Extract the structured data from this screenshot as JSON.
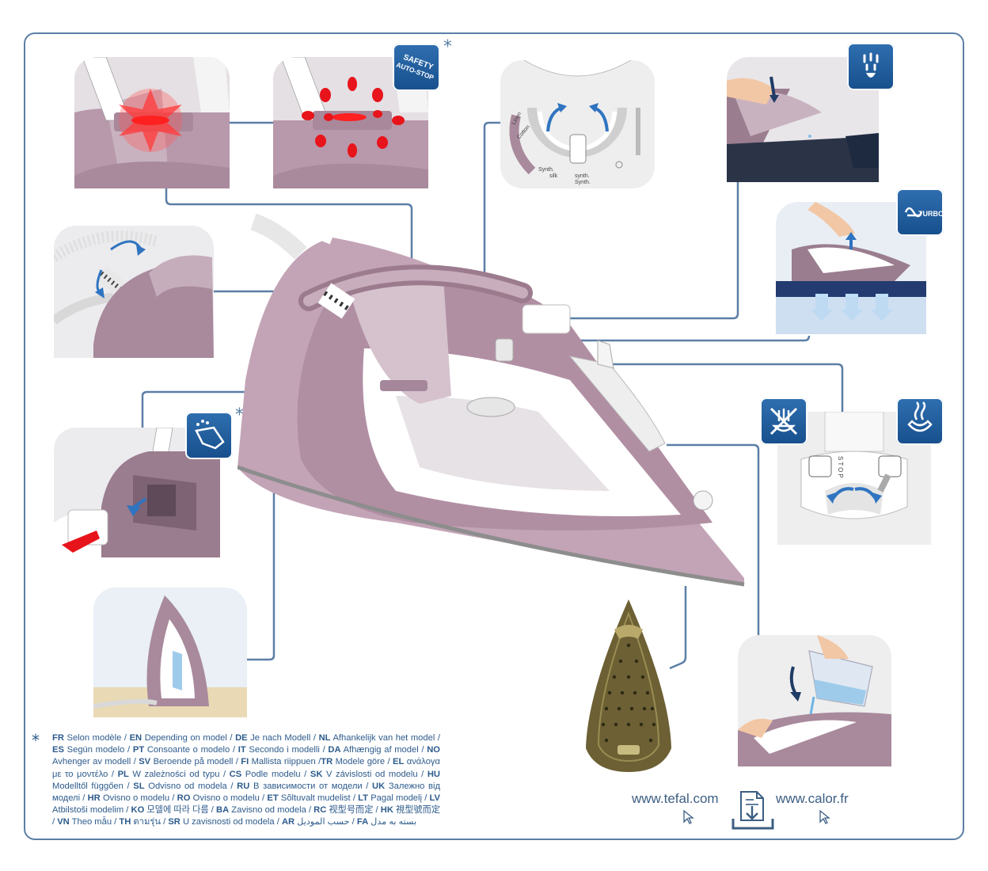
{
  "badges": {
    "safety_line1": "SAFETY",
    "safety_line2": "AUTO-STOP",
    "turbo": "TURBO"
  },
  "dial": {
    "left_label1": "Linen",
    "left_label2": "Cotton",
    "synth_small": "Synth.",
    "silk": "silk",
    "synth_label": "synth.",
    "synth_label2": "Synth."
  },
  "stop_label": "STOP",
  "footnote": {
    "asterisk": "*",
    "segments": [
      {
        "code": "FR",
        "text": "Selon modèle / "
      },
      {
        "code": "EN",
        "text": "Depending on model / "
      },
      {
        "code": "DE",
        "text": "Je nach Modell / "
      },
      {
        "code": "NL",
        "text": "Afhankelijk van het model / "
      },
      {
        "code": "ES",
        "text": "Según modelo / "
      },
      {
        "code": "PT",
        "text": "Consoante o modelo / "
      },
      {
        "code": "IT",
        "text": "Secondo i modelli / "
      },
      {
        "code": "DA",
        "text": "Afhængig af model / "
      },
      {
        "code": "NO",
        "text": "Avhenger av modell / "
      },
      {
        "code": "SV",
        "text": "Beroende på modell / "
      },
      {
        "code": "FI",
        "text": "Mallista riippuen /"
      },
      {
        "code": "TR",
        "text": "Modele göre / "
      },
      {
        "code": "EL",
        "text": "ανάλογα με το μοντέλο / "
      },
      {
        "code": "PL",
        "text": "W zależności od typu / "
      },
      {
        "code": "CS",
        "text": "Podle modelu / "
      },
      {
        "code": "SK",
        "text": "V závislosti od modelu / "
      },
      {
        "code": "HU",
        "text": "Modelltől függően / "
      },
      {
        "code": "SL",
        "text": "Odvisno od modela / "
      },
      {
        "code": "RU",
        "text": "В зависимости от модели / "
      },
      {
        "code": "UK",
        "text": "Залежно від моделі / "
      },
      {
        "code": "HR",
        "text": "Ovisno o modelu / "
      },
      {
        "code": "RO",
        "text": "Ovisno o modelu / "
      },
      {
        "code": "ET",
        "text": "Sõltuvalt mudelist / "
      },
      {
        "code": "LT",
        "text": "Pagal modelį / "
      },
      {
        "code": "LV",
        "text": "Atbilstoši modelim / "
      },
      {
        "code": "KO",
        "text": "모델에 따라 다름 / "
      },
      {
        "code": "BA",
        "text": "Zavisno od modela / "
      },
      {
        "code": "RC",
        "text": "视型号而定 / "
      },
      {
        "code": "HK",
        "text": "視型號而定 / "
      },
      {
        "code": "VN",
        "text": "Theo mẫu / "
      },
      {
        "code": "TH",
        "text": "ตามรุ่น / "
      },
      {
        "code": "SR",
        "text": "U zavisnosti od modela / "
      },
      {
        "code": "AR",
        "text": "حسب الموديل / "
      },
      {
        "code": "FA",
        "text": "بسته به مدل"
      }
    ]
  },
  "links": {
    "tefal": "www.tefal.com",
    "calor": "www.calor.fr"
  },
  "colors": {
    "frame": "#5b7fa6",
    "badge": "#1f5c9e",
    "iron_body": "#b78fa6",
    "text_blue": "#2d5b8c"
  }
}
